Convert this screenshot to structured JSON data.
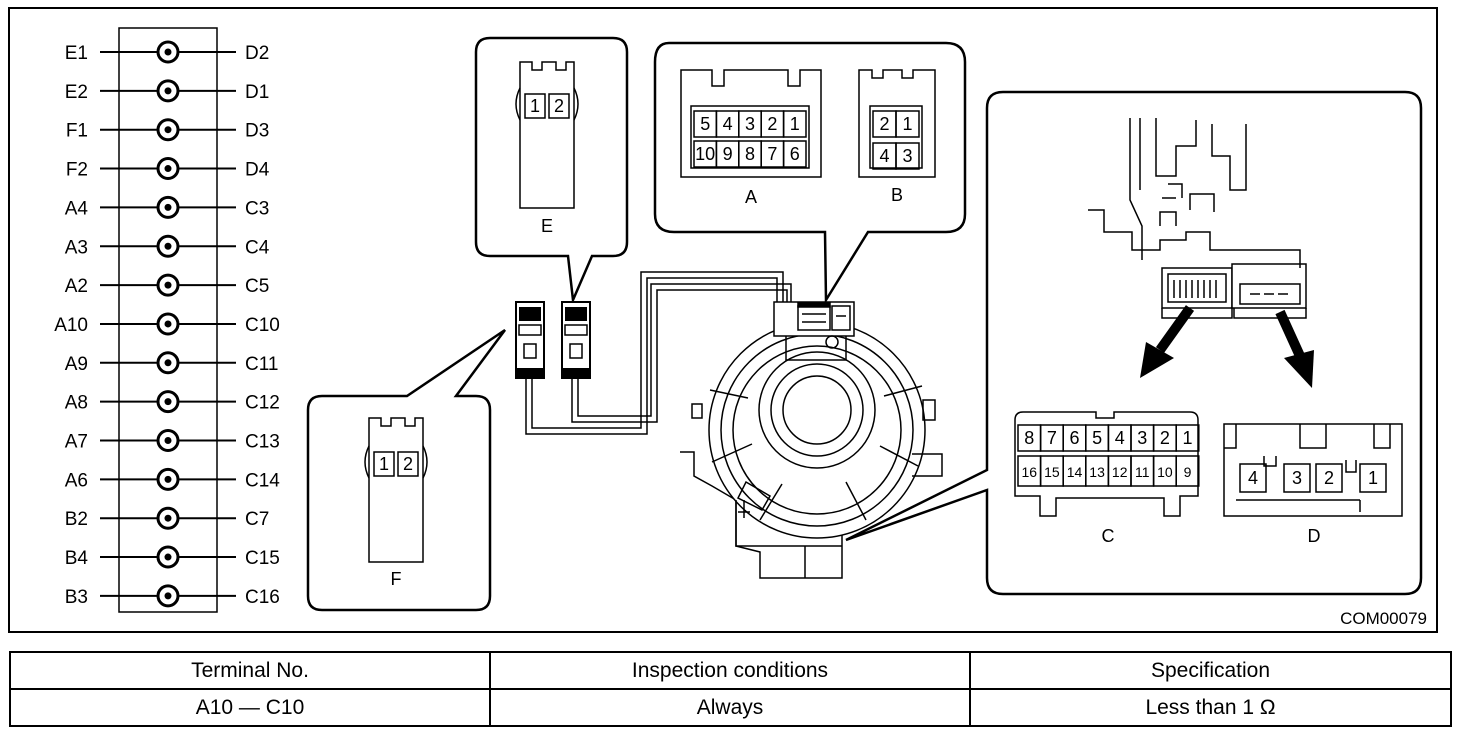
{
  "figure_code": "COM00079",
  "terminal_pairs": [
    {
      "left": "E1",
      "right": "D2"
    },
    {
      "left": "E2",
      "right": "D1"
    },
    {
      "left": "F1",
      "right": "D3"
    },
    {
      "left": "F2",
      "right": "D4"
    },
    {
      "left": "A4",
      "right": "C3"
    },
    {
      "left": "A3",
      "right": "C4"
    },
    {
      "left": "A2",
      "right": "C5"
    },
    {
      "left": "A10",
      "right": "C10"
    },
    {
      "left": "A9",
      "right": "C11"
    },
    {
      "left": "A8",
      "right": "C12"
    },
    {
      "left": "A7",
      "right": "C13"
    },
    {
      "left": "A6",
      "right": "C14"
    },
    {
      "left": "B2",
      "right": "C7"
    },
    {
      "left": "B4",
      "right": "C15"
    },
    {
      "left": "B3",
      "right": "C16"
    }
  ],
  "connectors": {
    "A": {
      "label": "A",
      "row1": [
        "5",
        "4",
        "3",
        "2",
        "1"
      ],
      "row2": [
        "10",
        "9",
        "8",
        "7",
        "6"
      ]
    },
    "B": {
      "label": "B",
      "row1": [
        "2",
        "1"
      ],
      "row2": [
        "4",
        "3"
      ]
    },
    "C": {
      "label": "C",
      "row1": [
        "8",
        "7",
        "6",
        "5",
        "4",
        "3",
        "2",
        "1"
      ],
      "row2": [
        "16",
        "15",
        "14",
        "13",
        "12",
        "11",
        "10",
        "9"
      ]
    },
    "D": {
      "label": "D",
      "pins": [
        "4",
        "3",
        "2",
        "1"
      ]
    },
    "E": {
      "label": "E",
      "pins": [
        "1",
        "2"
      ]
    },
    "F": {
      "label": "F",
      "pins": [
        "1",
        "2"
      ]
    }
  },
  "table": {
    "headers": [
      "Terminal No.",
      "Inspection conditions",
      "Specification"
    ],
    "rows": [
      [
        "A10 — C10",
        "Always",
        "Less than 1 Ω"
      ]
    ]
  }
}
